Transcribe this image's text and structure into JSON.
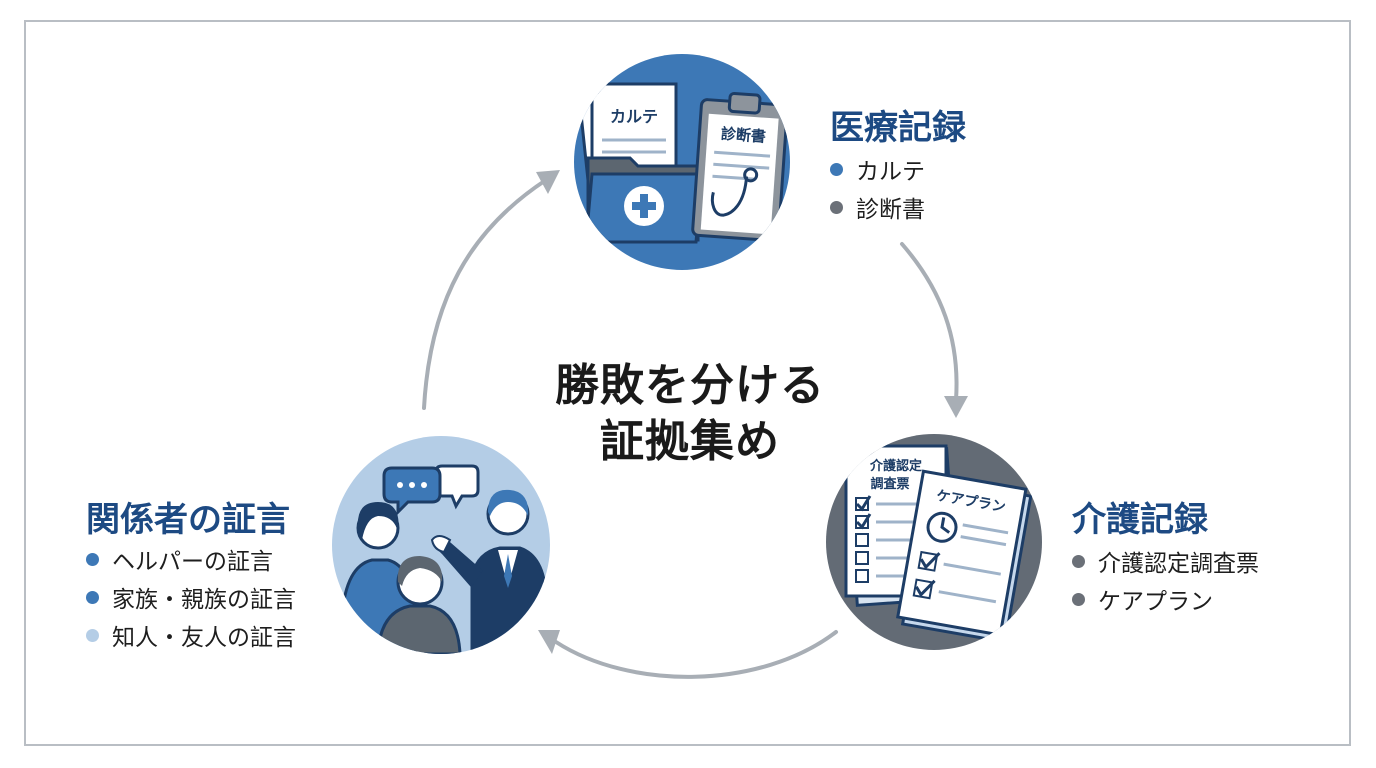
{
  "center": {
    "line1": "勝敗を分ける",
    "line2": "証拠集め"
  },
  "medical": {
    "title": "医療記録",
    "items": [
      {
        "label": "カルテ",
        "dot_color": "#3d78b6"
      },
      {
        "label": "診断書",
        "dot_color": "#6b7078"
      }
    ],
    "illustration": {
      "folder_label": "カルテ",
      "clipboard_label": "診断書"
    }
  },
  "care": {
    "title": "介護記録",
    "items": [
      {
        "label": "介護認定調査票",
        "dot_color": "#6b7078"
      },
      {
        "label": "ケアプラン",
        "dot_color": "#6b7078"
      }
    ],
    "illustration": {
      "sheet1_label_a": "介護認定",
      "sheet1_label_b": "調査票",
      "sheet2_label": "ケアプラン"
    }
  },
  "people": {
    "title": "関係者の証言",
    "items": [
      {
        "label": "ヘルパーの証言",
        "dot_color": "#3d78b6"
      },
      {
        "label": "家族・親族の証言",
        "dot_color": "#3d78b6"
      },
      {
        "label": "知人・友人の証言",
        "dot_color": "#b4cde6"
      }
    ]
  },
  "colors": {
    "title_blue": "#1d4a83",
    "accent_blue": "#3d78b6",
    "gray": "#636b75",
    "light_blue": "#b4cde6",
    "arrow": "#a8aeb5"
  }
}
